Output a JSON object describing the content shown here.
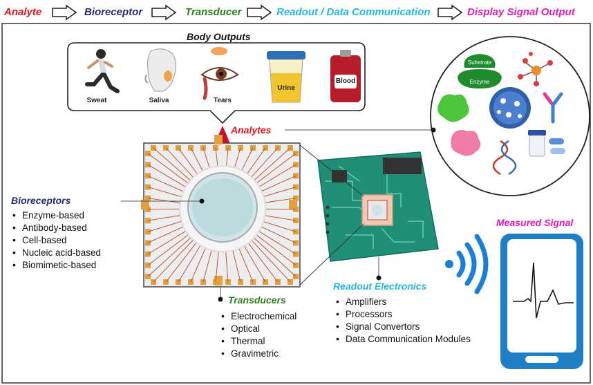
{
  "flow": {
    "steps": [
      {
        "label": "Analyte",
        "color": "#e0151b"
      },
      {
        "label": "Bioreceptor",
        "color": "#1f2f6e"
      },
      {
        "label": "Transducer",
        "color": "#2e7d1e"
      },
      {
        "label": "Readout / Data Communication",
        "color": "#22b7e8"
      },
      {
        "label": "Display Signal Output",
        "color": "#e51bb2"
      }
    ],
    "arrow_icon": "outline-right-arrow-icon"
  },
  "body_outputs": {
    "title": "Body Outputs",
    "items": [
      "Sweat",
      "Saliva",
      "Tears",
      "Urine",
      "Blood"
    ]
  },
  "analytes": {
    "title": "Analytes",
    "color": "#e0151b",
    "substrate_label": "Substrate",
    "enzyme_label": "Enzyme"
  },
  "bioreceptors": {
    "title": "Bioreceptors",
    "color": "#1f2f6e",
    "items": [
      "Enzyme-based",
      "Antibody-based",
      "Cell-based",
      "Nucleic acid-based",
      "Biomimetic-based"
    ]
  },
  "transducers": {
    "title": "Transducers",
    "color": "#2e7d1e",
    "items": [
      "Electrochemical",
      "Optical",
      "Thermal",
      "Gravimetric"
    ]
  },
  "readout": {
    "title": "Readout Electronics",
    "color": "#22b7e8",
    "items": [
      "Amplifiers",
      "Processors",
      "Signal Convertors",
      "Data Communication Modules"
    ]
  },
  "measured_signal": {
    "title": "Measured Signal",
    "color": "#e51bb2"
  },
  "colors": {
    "chip_pad": "#e0a040",
    "chip_line": "#b5482e",
    "pcb": "#1f8f78",
    "tablet": "#1f7fc4",
    "wifi": "#1a7fd6",
    "blood": "#c8102e"
  }
}
